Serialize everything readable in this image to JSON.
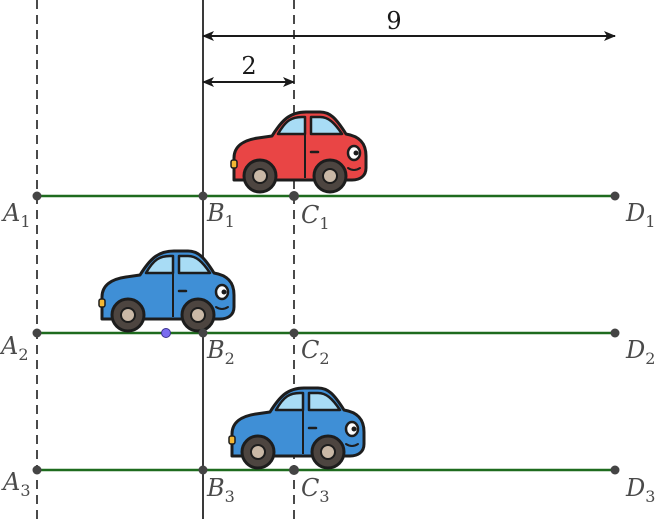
{
  "colors": {
    "lane": "#1e6b1e",
    "car_red": "#e94545",
    "car_blue": "#3f8fd6",
    "glass": "#a8dcf5",
    "tire": "#4d4540",
    "hub": "#c9b8a6",
    "point": "#444444",
    "moving_point": "#7a6cf0"
  },
  "dimensions": {
    "long": {
      "label": "9"
    },
    "short": {
      "label": "2"
    }
  },
  "rows": [
    {
      "car_color": "red",
      "labels": {
        "a": {
          "letter": "A",
          "sub": "1"
        },
        "b": {
          "letter": "B",
          "sub": "1"
        },
        "c": {
          "letter": "C",
          "sub": "1"
        },
        "d": {
          "letter": "D",
          "sub": "1"
        }
      }
    },
    {
      "car_color": "blue",
      "labels": {
        "a": {
          "letter": "A",
          "sub": "2"
        },
        "b": {
          "letter": "B",
          "sub": "2"
        },
        "c": {
          "letter": "C",
          "sub": "2"
        },
        "d": {
          "letter": "D",
          "sub": "2"
        }
      }
    },
    {
      "car_color": "blue",
      "labels": {
        "a": {
          "letter": "A",
          "sub": "3"
        },
        "b": {
          "letter": "B",
          "sub": "3"
        },
        "c": {
          "letter": "C",
          "sub": "3"
        },
        "d": {
          "letter": "D",
          "sub": "3"
        }
      }
    }
  ]
}
